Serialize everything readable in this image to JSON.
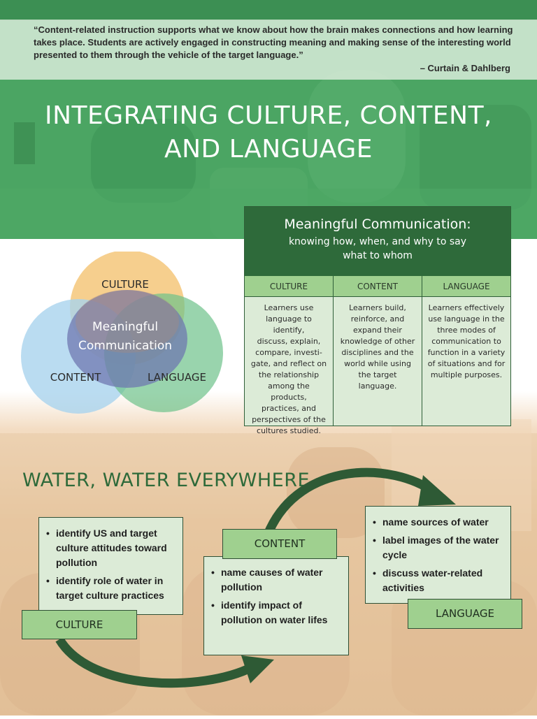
{
  "quote": {
    "text": "“Content-related instruction supports what we know about how the brain makes connections and how learning takes place. Students are actively engaged in constructing meaning and making sense of the interesting world presented to them through the vehicle of the target language.”",
    "attribution": "– Curtain & Dahlberg"
  },
  "title": {
    "line1": "INTEGRATING CULTURE, CONTENT,",
    "line2": "AND LANGUAGE"
  },
  "venn": {
    "culture": "CULTURE",
    "content": "CONTENT",
    "language": "LANGUAGE",
    "center_line1": "Meaningful",
    "center_line2": "Communication"
  },
  "meaningful_communication": {
    "title": "Meaningful Communication:",
    "subtitle_line1": "knowing how, when, and why to say",
    "subtitle_line2": "what to whom",
    "columns": [
      {
        "header": "CULTURE",
        "lines": [
          "Learners use",
          "language to identify,",
          "discuss, explain,",
          "compare, investi-",
          "gate, and reflect on",
          "the relationship",
          "among the products,",
          "practices, and",
          "perspectives of the",
          "cultures studied."
        ]
      },
      {
        "header": "CONTENT",
        "lines": [
          "Learners build,",
          "reinforce, and",
          "expand their",
          "knowledge of other",
          "disciplines and the",
          "world while using",
          "the target language."
        ]
      },
      {
        "header": "LANGUAGE",
        "lines": [
          "Learners effectively",
          "use language in the",
          "three modes of",
          "communication to",
          "function in a variety",
          "of situations and for",
          "multiple purposes."
        ]
      }
    ]
  },
  "water": {
    "title": "WATER, WATER EVERYWHERE",
    "culture": {
      "tag": "CULTURE",
      "items": [
        "identify US and target culture attitudes toward pollution",
        "identify role of water in target culture practices"
      ]
    },
    "content": {
      "tag": "CONTENT",
      "items": [
        "name causes of water pollution",
        "identify impact of pollution on water lifes"
      ]
    },
    "language": {
      "tag": "LANGUAGE",
      "items": [
        "name sources of water",
        "label images of the water cycle",
        "discuss water-related activities"
      ]
    }
  },
  "colors": {
    "dark_green": "#2e6a3a",
    "header_green": "#9fd08f",
    "panel_green": "#dcebd7",
    "venn_culture": "#f4c77a",
    "venn_content": "#a9d3ee",
    "venn_language": "#6ec28a",
    "venn_center": "#6f78b0"
  }
}
